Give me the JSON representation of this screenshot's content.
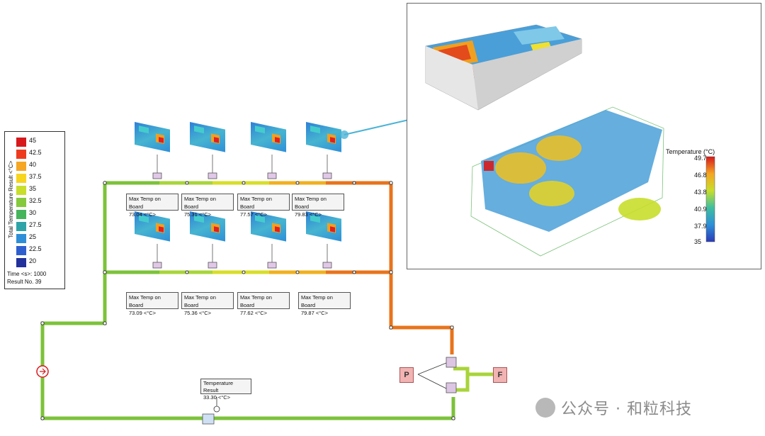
{
  "legend": {
    "title": "Total Temperature Result <°C>",
    "values": [
      "45",
      "42.5",
      "40",
      "37.5",
      "35",
      "32.5",
      "30",
      "27.5",
      "25",
      "22.5",
      "20"
    ],
    "colors": [
      "#d7191c",
      "#ee3b1f",
      "#f5a623",
      "#f7d51e",
      "#c8de2b",
      "#85c93c",
      "#46b45a",
      "#2fa4a8",
      "#2e8fd8",
      "#2f5fcf",
      "#22319b"
    ],
    "time_label": "Time <s>: 1000",
    "result_label": "Result No. 39"
  },
  "sensors_top": [
    {
      "title": "Max Temp on Board",
      "value": "73.04 <°C>"
    },
    {
      "title": "Max Temp on Board",
      "value": "75.31 <°C>"
    },
    {
      "title": "Max Temp on Board",
      "value": "77.57 <°C>"
    },
    {
      "title": "Max Temp on Board",
      "value": "79.83 <°C>"
    }
  ],
  "sensors_bottom": [
    {
      "title": "Max Temp on Board",
      "value": "73.09 <°C>"
    },
    {
      "title": "Max Temp on Board",
      "value": "75.36 <°C>"
    },
    {
      "title": "Max Temp on Board",
      "value": "77.62 <°C>"
    },
    {
      "title": "Max Temp on Board",
      "value": "79.87 <°C>"
    }
  ],
  "temperature_result": {
    "title": "Temperature Result",
    "value": "33.30 <°C>"
  },
  "pressure_node": "P",
  "flow_node": "F",
  "inset_scale": {
    "title": "Temperature (°C)",
    "ticks": [
      "49.7",
      "46.8",
      "43.8",
      "40.9",
      "37.9",
      "35"
    ]
  },
  "watermark": "公众号 · 和粒科技"
}
